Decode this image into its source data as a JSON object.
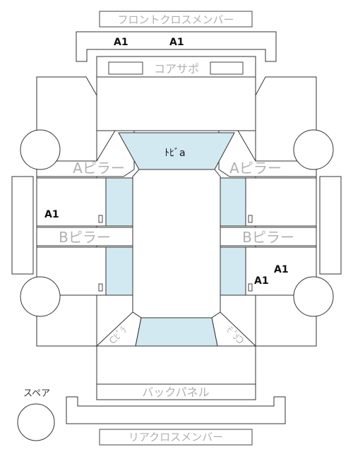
{
  "labels": {
    "front_cross_member": "フロントクロスメンバー",
    "core_support": "コアサポ",
    "roof": "ﾄﾋﾞa",
    "a_pillar_left": "Aピラー",
    "a_pillar_right": "Aピラー",
    "b_pillar_left": "Bピラー",
    "b_pillar_right": "Bピラー",
    "c_pillar_left": "Cﾋﾟﾗ",
    "c_pillar_right": "Cﾋﾟﾗ",
    "back_panel": "バックパネル",
    "spare": "スペア",
    "rear_cross_member": "リアクロスメンバー"
  },
  "damage_marks": [
    {
      "id": "front-left",
      "text": "A1"
    },
    {
      "id": "front-right",
      "text": "A1"
    },
    {
      "id": "left-door",
      "text": "A1"
    },
    {
      "id": "right-rear-1",
      "text": "A1"
    },
    {
      "id": "right-rear-2",
      "text": "A1"
    }
  ],
  "colors": {
    "glass": "#d3e9f1",
    "outline": "#333333",
    "label_gray": "#b0b0b0"
  }
}
